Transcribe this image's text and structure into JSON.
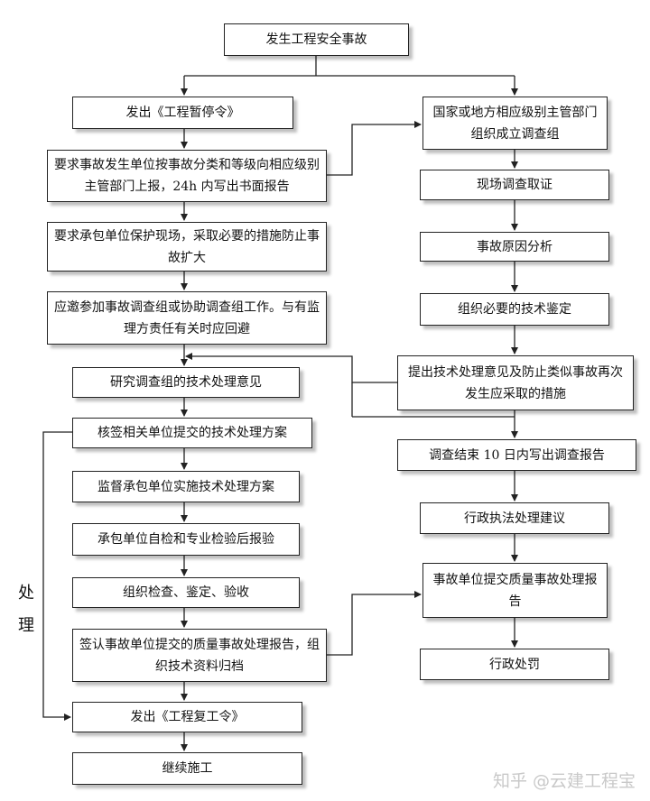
{
  "flowchart": {
    "top": "发生工程安全事故",
    "left": [
      "发出《工程暂停令》",
      "要求事故发生单位按事故分类和等级向相应级别主管部门上报，24h 内写出书面报告",
      "要求承包单位保护现场，采取必要的措施防止事故扩大",
      "应邀参加事故调查组或协助调查组工作。与有监理方责任有关时应回避",
      "研究调查组的技术处理意见",
      "核签相关单位提交的技术处理方案",
      "监督承包单位实施技术处理方案",
      "承包单位自检和专业检验后报验",
      "组织检查、鉴定、验收",
      "签认事故单位提交的质量事故处理报告，组织技术资料归档",
      "发出《工程复工令》",
      "继续施工"
    ],
    "right": [
      "国家或地方相应级别主管部门组织成立调查组",
      "现场调查取证",
      "事故原因分析",
      "组织必要的技术鉴定",
      "提出技术处理意见及防止类似事故再次发生应采取的措施",
      "调查结束 10 日内写出调查报告",
      "行政执法处理建议",
      "事故单位提交质量事故处理报告",
      "行政处罚"
    ],
    "side_label": "处理"
  },
  "watermark": {
    "text": "知乎 @云建工程宝",
    "icon": "zhihu-logo"
  }
}
